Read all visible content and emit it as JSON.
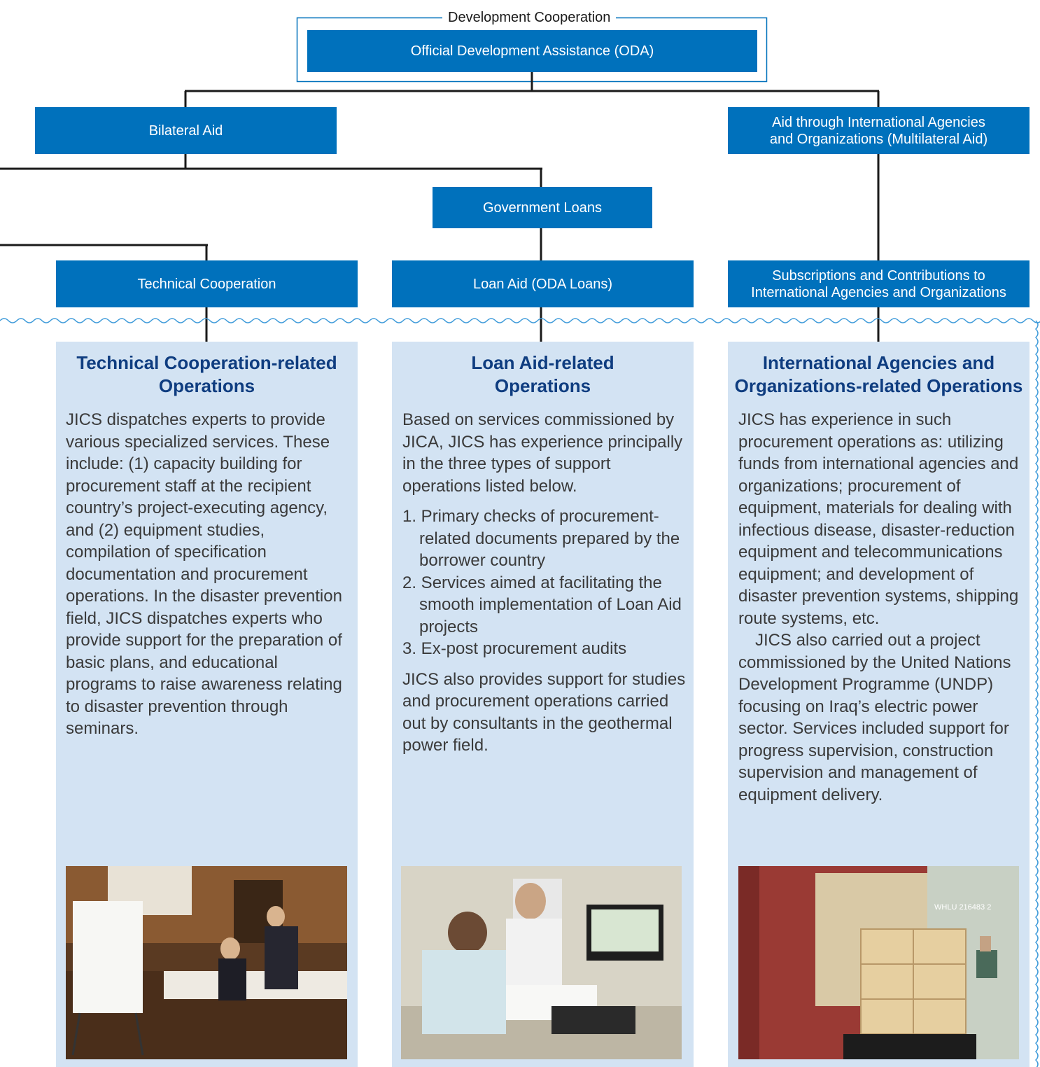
{
  "diagram": {
    "frame_label": "Development Cooperation",
    "root": "Official Development Assistance (ODA)",
    "bilateral": "Bilateral Aid",
    "multilateral": "Aid through International Agencies\nand Organizations (Multilateral Aid)",
    "government_loans": "Government Loans",
    "technical_cooperation": "Technical Cooperation",
    "loan_aid": "Loan Aid (ODA Loans)",
    "subscriptions": "Subscriptions and Contributions to\nInternational Agencies and Organizations"
  },
  "panels": {
    "technical": {
      "title": "Technical Cooperation-related\nOperations",
      "body": "JICS dispatches experts to provide various specialized services. These include: (1) capacity building for procurement staff at the recipient country’s project-executing agency, and (2) equipment studies, compilation of specification documentation and procurement operations. In the disaster prevention field, JICS dispatches experts who provide support for the preparation of basic plans, and educational programs to raise awareness relating to disaster prevention through seminars."
    },
    "loan": {
      "title": "Loan Aid-related\nOperations",
      "intro": "Based on services commissioned by JICA, JICS has experience principally in the three types of support operations listed below.",
      "items": [
        "1. Primary checks of procurement-related documents prepared by the borrower country",
        "2. Services aimed at facilitating the smooth implementation of Loan Aid projects",
        "3. Ex-post procurement audits"
      ],
      "outro": "JICS also provides support for studies and procurement operations carried out by consultants in the geothermal power field."
    },
    "international": {
      "title": "International Agencies and\nOrganizations-related Operations",
      "body1": "JICS has experience in such procurement operations as: utilizing funds from international agencies and organizations; procurement of equipment, materials for dealing with infectious disease, disaster-reduction equipment and telecommunications equipment; and development of disaster prevention systems, shipping route systems, etc.",
      "body2": "JICS also carried out a project commissioned by the United Nations Development Programme (UNDP) focusing on Iraq’s electric power sector. Services included support for progress supervision, construction supervision and management of equipment delivery.",
      "container_code": "WHLU 216483 2"
    }
  },
  "colors": {
    "node_blue": "#0071bc",
    "panel_bg": "#d3e3f3",
    "title_navy": "#0f3d80",
    "wave_border": "#3d9ad9"
  }
}
